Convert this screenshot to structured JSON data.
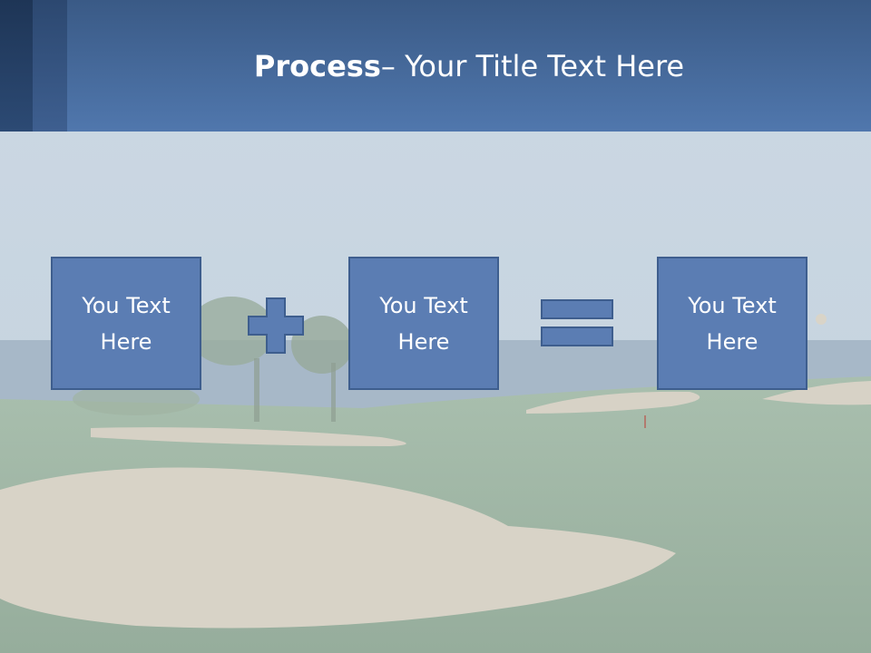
{
  "slide": {
    "title_bold": "Process",
    "title_rest": " – Your Title Text Here"
  },
  "process": {
    "boxes": [
      {
        "label": "You Text Here"
      },
      {
        "label": "You Text Here"
      },
      {
        "label": "You Text Here"
      }
    ],
    "operators": [
      "plus-icon",
      "equals-icon"
    ]
  },
  "colors": {
    "header": "#5077ad",
    "box_fill": "#5b7db3",
    "box_border": "#3e5e8e"
  }
}
